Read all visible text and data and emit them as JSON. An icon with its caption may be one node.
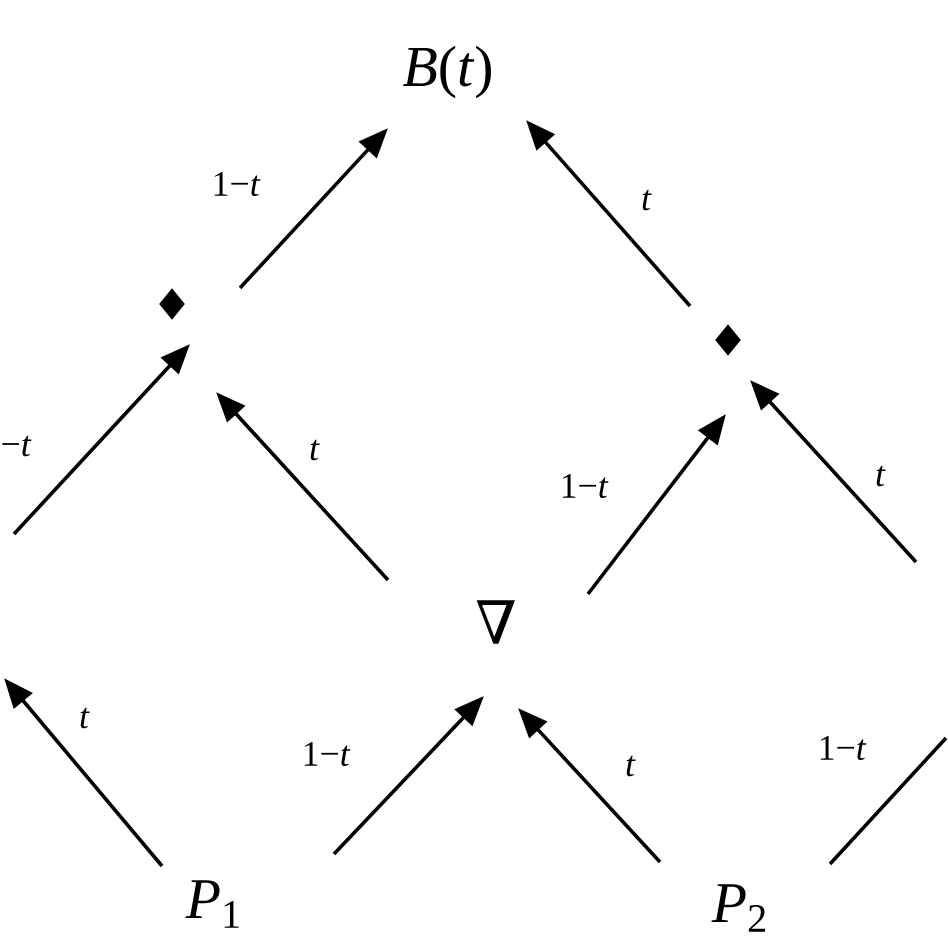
{
  "diagram": {
    "nodes": [
      {
        "text": [
          "*B*(*t*)"
        ]
      },
      {
        "text": [],
        "shape": "diamond"
      },
      {
        "text": [],
        "shape": "diamond"
      },
      {
        "text": [
          "∇"
        ]
      },
      {
        "text": [
          "*P*$_{1}$"
        ]
      },
      {
        "text": [
          "*P*$_{2}$"
        ]
      }
    ],
    "edges": [
      {
        "from": 1,
        "to": 0,
        "arrow": "to",
        "label": "1−*t*"
      },
      {
        "from": 2,
        "to": 0,
        "arrow": "to",
        "label": "t"
      },
      {
        "from": null,
        "to": 1,
        "arrow": "to",
        "label": "−*t*"
      },
      {
        "from": 3,
        "to": 1,
        "arrow": "to",
        "label": "t"
      },
      {
        "from": 3,
        "to": 2,
        "arrow": "to",
        "label": "1−*t*"
      },
      {
        "from": null,
        "to": 2,
        "arrow": "to",
        "label": "t"
      },
      {
        "from": 4,
        "to": null,
        "arrow": "to",
        "label": "t"
      },
      {
        "from": 4,
        "to": 3,
        "arrow": "to",
        "label": "1−*t*"
      },
      {
        "from": 5,
        "to": 3,
        "arrow": "to",
        "label": "t"
      },
      {
        "from": 5,
        "to": null,
        "arrow": "none",
        "label": "1−*t*"
      }
    ]
  }
}
